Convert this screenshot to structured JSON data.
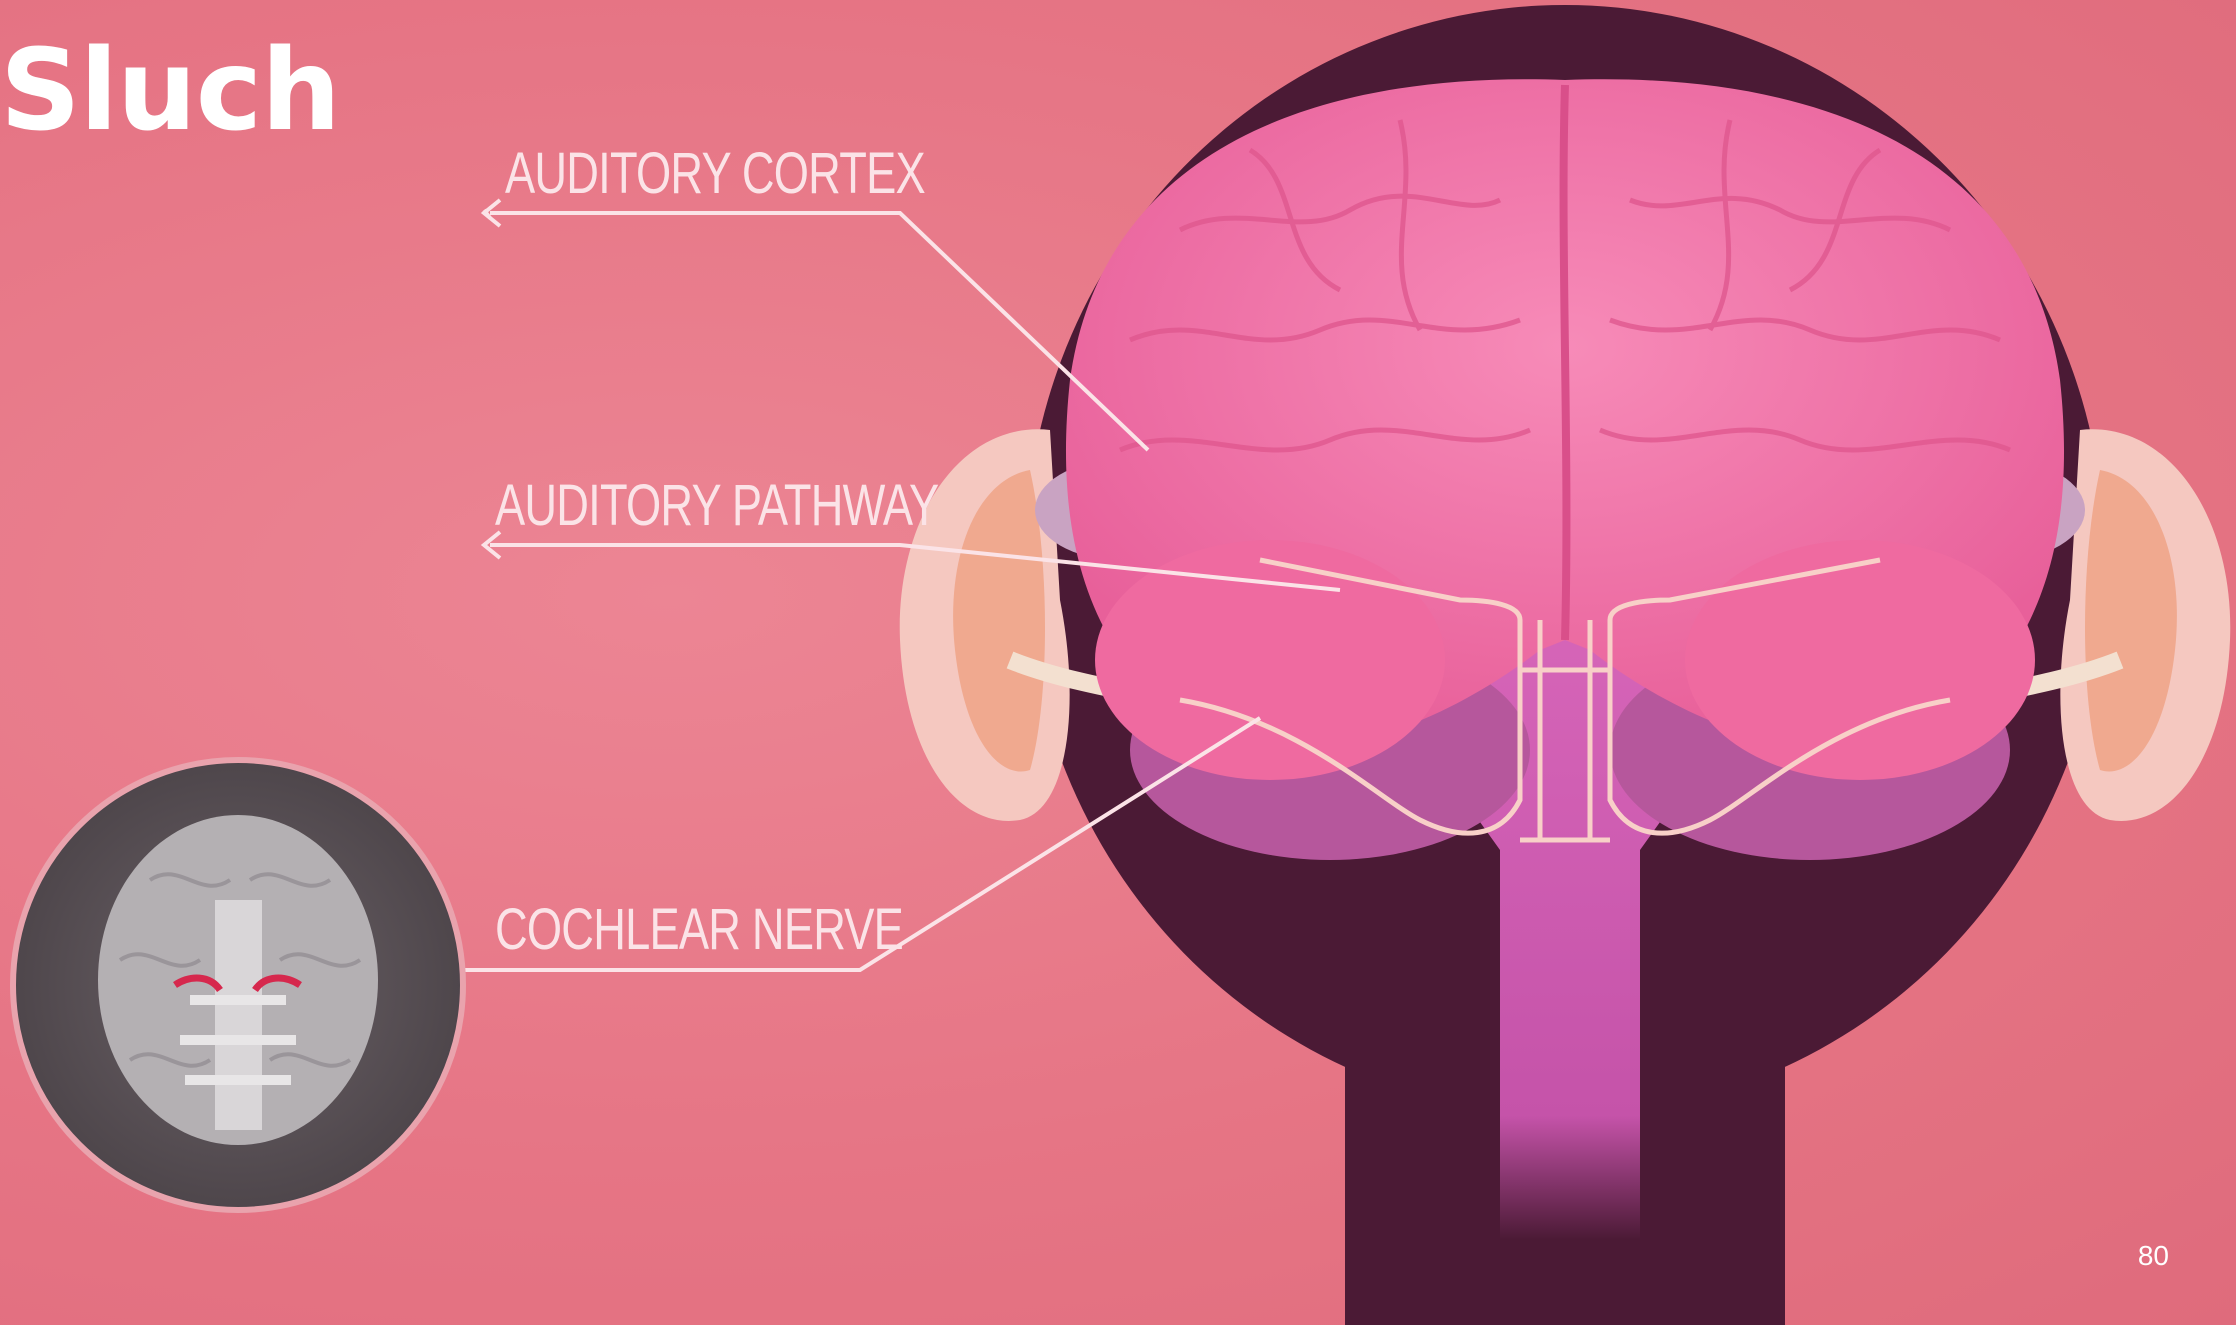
{
  "slide": {
    "title": "Sluch",
    "page_number": "80"
  },
  "labels": {
    "auditory_cortex": "AUDITORY CORTEX",
    "auditory_pathway": "AUDITORY PATHWAY",
    "cochlear_nerve": "COCHLEAR NERVE"
  },
  "colors": {
    "background": "#e67585",
    "head_silhouette": "#4b1a35",
    "brain": "#ee6fa0",
    "brainstem": "#c95aa6",
    "label_text": "#fbe3e7",
    "inset_background": "#5c5358"
  }
}
